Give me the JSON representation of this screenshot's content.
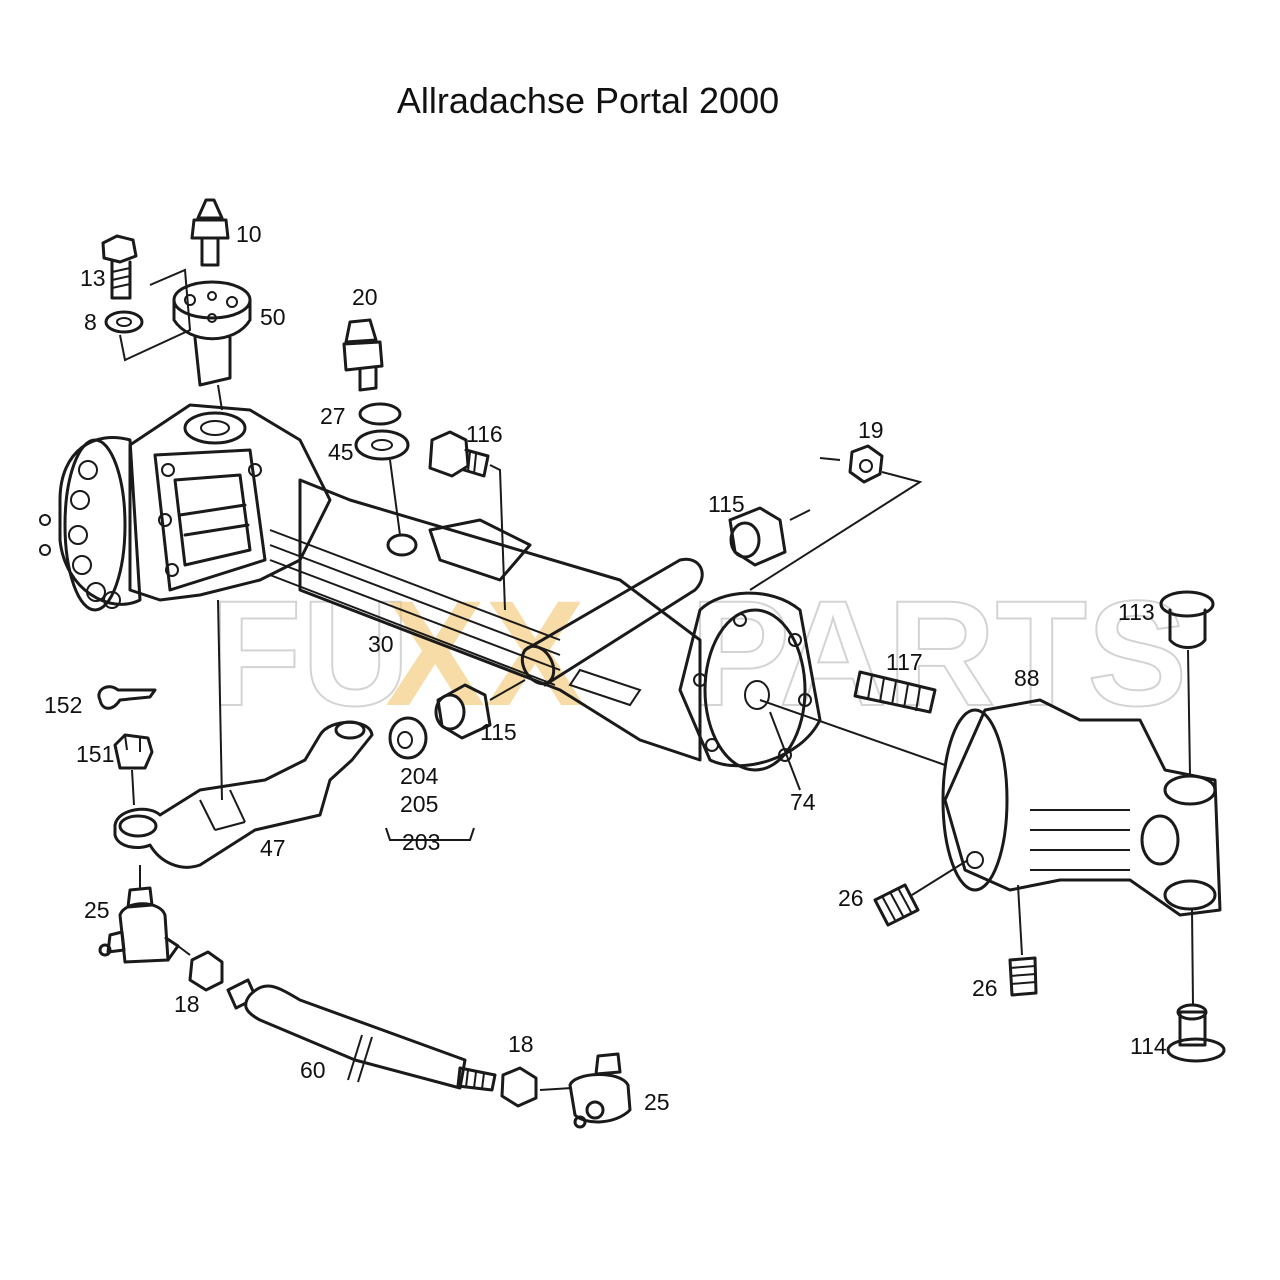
{
  "title": "Allradachse Portal 2000",
  "watermark": {
    "left": "FU",
    "middle": "XX",
    "right": "PARTS",
    "accent": "#f3c062"
  },
  "part_labels": [
    {
      "id": "p10",
      "text": "10"
    },
    {
      "id": "p13",
      "text": "13"
    },
    {
      "id": "p8",
      "text": "8"
    },
    {
      "id": "p50",
      "text": "50"
    },
    {
      "id": "p20",
      "text": "20"
    },
    {
      "id": "p27",
      "text": "27"
    },
    {
      "id": "p45",
      "text": "45"
    },
    {
      "id": "p116",
      "text": "116"
    },
    {
      "id": "p19",
      "text": "19"
    },
    {
      "id": "p115a",
      "text": "115"
    },
    {
      "id": "p30",
      "text": "30"
    },
    {
      "id": "p152",
      "text": "152"
    },
    {
      "id": "p151",
      "text": "151"
    },
    {
      "id": "p47",
      "text": "47"
    },
    {
      "id": "p204",
      "text": "204"
    },
    {
      "id": "p205",
      "text": "205"
    },
    {
      "id": "p203",
      "text": "203"
    },
    {
      "id": "p115b",
      "text": "115"
    },
    {
      "id": "p117",
      "text": "117"
    },
    {
      "id": "p88",
      "text": "88"
    },
    {
      "id": "p113",
      "text": "113"
    },
    {
      "id": "p74",
      "text": "74"
    },
    {
      "id": "p26a",
      "text": "26"
    },
    {
      "id": "p26b",
      "text": "26"
    },
    {
      "id": "p25a",
      "text": "25"
    },
    {
      "id": "p18a",
      "text": "18"
    },
    {
      "id": "p60",
      "text": "60"
    },
    {
      "id": "p18b",
      "text": "18"
    },
    {
      "id": "p25b",
      "text": "25"
    },
    {
      "id": "p114",
      "text": "114"
    }
  ]
}
